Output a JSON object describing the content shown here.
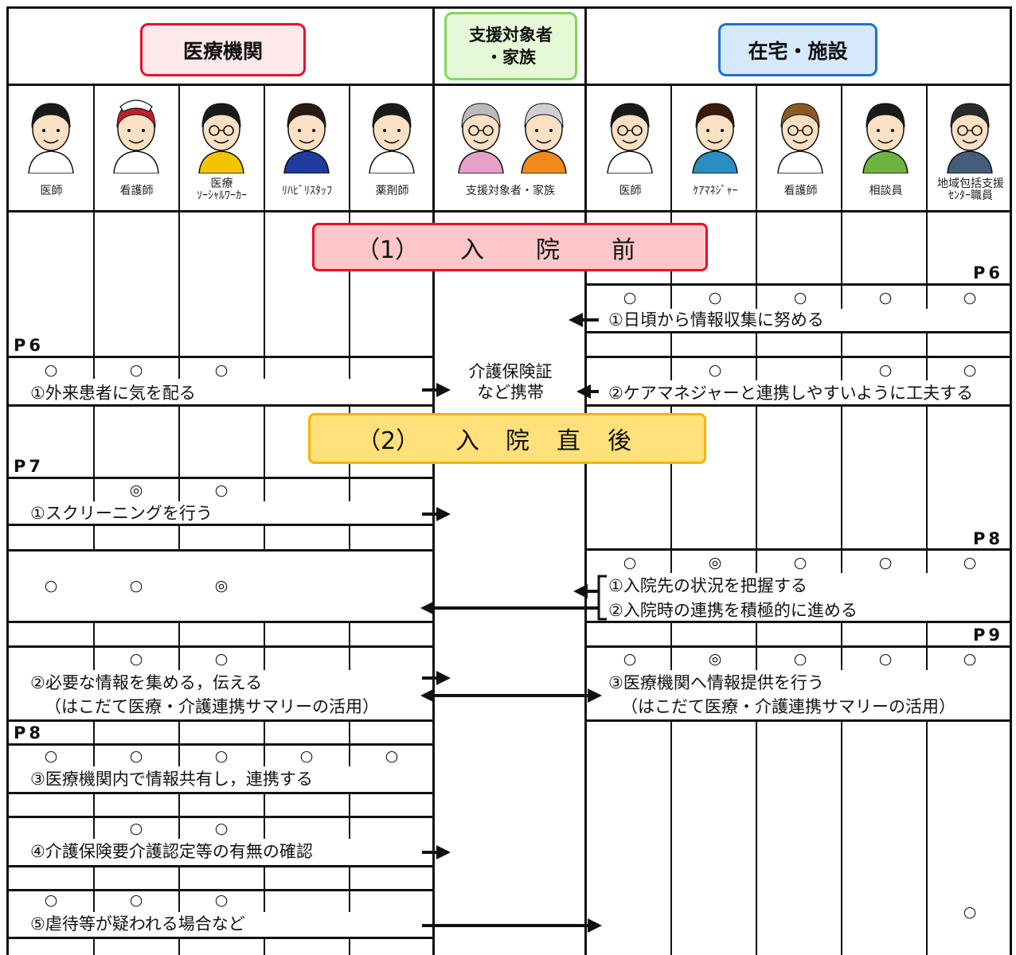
{
  "headers": {
    "hospital": "医療機関",
    "patient": "支援対象者\n・家族",
    "home": "在宅・施設"
  },
  "roles": {
    "hospital": [
      "医師",
      "看護師",
      "医療\nｿｰｼｬﾙﾜｰｶｰ",
      "ﾘﾊﾋﾞﾘｽﾀｯﾌ",
      "薬剤師"
    ],
    "patient": "支援対象者・家族",
    "home": [
      "医師",
      "ｹｱﾏﾈｼﾞｬｰ",
      "看護師",
      "相談員",
      "地域包括支援\nｾﾝﾀｰ職員"
    ]
  },
  "sections": {
    "s1": [
      "（1）",
      "入",
      "院",
      "前"
    ],
    "s2": [
      "（2）",
      "入",
      "院",
      "直",
      "後"
    ]
  },
  "pages": {
    "p6_home": "P6",
    "p6_hosp": "P6",
    "p7_hosp": "P7",
    "p8_home": "P8",
    "p9_home": "P9",
    "p8_hosp": "P8"
  },
  "items": {
    "h_info_collect": "①日頃から情報収集に努める",
    "h_cm_link": "②ケアマネジャーと連携しやすいように工夫する",
    "m_outpatient": "①外来患者に気を配る",
    "p_insurance": "介護保険証\nなど携帯",
    "m_screening": "①スクリーニングを行う",
    "h_grasp": "①入院先の状況を把握する",
    "h_promote": "②入院時の連携を積極的に進める",
    "m_collect": "②必要な情報を集める，伝える",
    "m_collect_sub": "（はこだて医療・介護連携サマリーの活用）",
    "h_provide": "③医療機関へ情報提供を行う",
    "h_provide_sub": "（はこだて医療・介護連携サマリーの活用）",
    "m_share": "③医療機関内で情報共有し，連携する",
    "m_certify": "④介護保険要介護認定等の有無の確認",
    "m_abuse": "⑤虐待等が疑われる場合など"
  },
  "symbols": {
    "circle": "○",
    "double": "◎"
  },
  "colors": {
    "hospital_border": "#e8102a",
    "hospital_fill": "#fde8ea",
    "patient_border": "#7ed957",
    "patient_fill": "#e6f9d6",
    "home_border": "#1f6fd1",
    "home_fill": "#d6e9fb",
    "s1_border": "#e8102a",
    "s1_fill": "#ffc7c9",
    "s2_border": "#f2b600",
    "s2_fill": "#ffe07a"
  }
}
